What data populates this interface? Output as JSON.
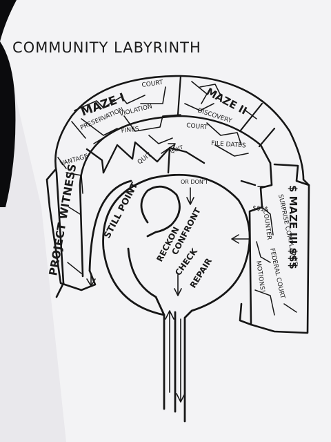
{
  "title": "COMMUNITY LABYRINTH",
  "maze1": {
    "label": "MAZE I",
    "preservation": "PRESERVATION",
    "violation": "VIOLATION",
    "fines": "FINES",
    "court": "COURT"
  },
  "maze2": {
    "label": "MAZE II",
    "discovery": "DISCOVERY",
    "court": "COURT",
    "file_dates": "FILE DATES"
  },
  "maze3": {
    "label": "$ MAZE III $$$",
    "surprise": "SURPRISE COMPLAINTS",
    "counter": "COUNTER",
    "federal": "FEDERAL COURT",
    "money": "$$$$",
    "motions": "MOTIONS!"
  },
  "project": {
    "label": "PROJECT WITNESS",
    "vantage": "VANTAGE"
  },
  "center": {
    "still_point": "STILL POINT",
    "or_dont": "OR DON'T",
    "quit1": "QUIT",
    "quit2": "QUIT",
    "reckon": "RECKON",
    "confront": "CONFRONT",
    "check": "CHECK",
    "repair": "REPAIR"
  },
  "colors": {
    "paper": "#f3f3f5",
    "ink": "#161616",
    "dark_corner": "#0b0b0d"
  }
}
